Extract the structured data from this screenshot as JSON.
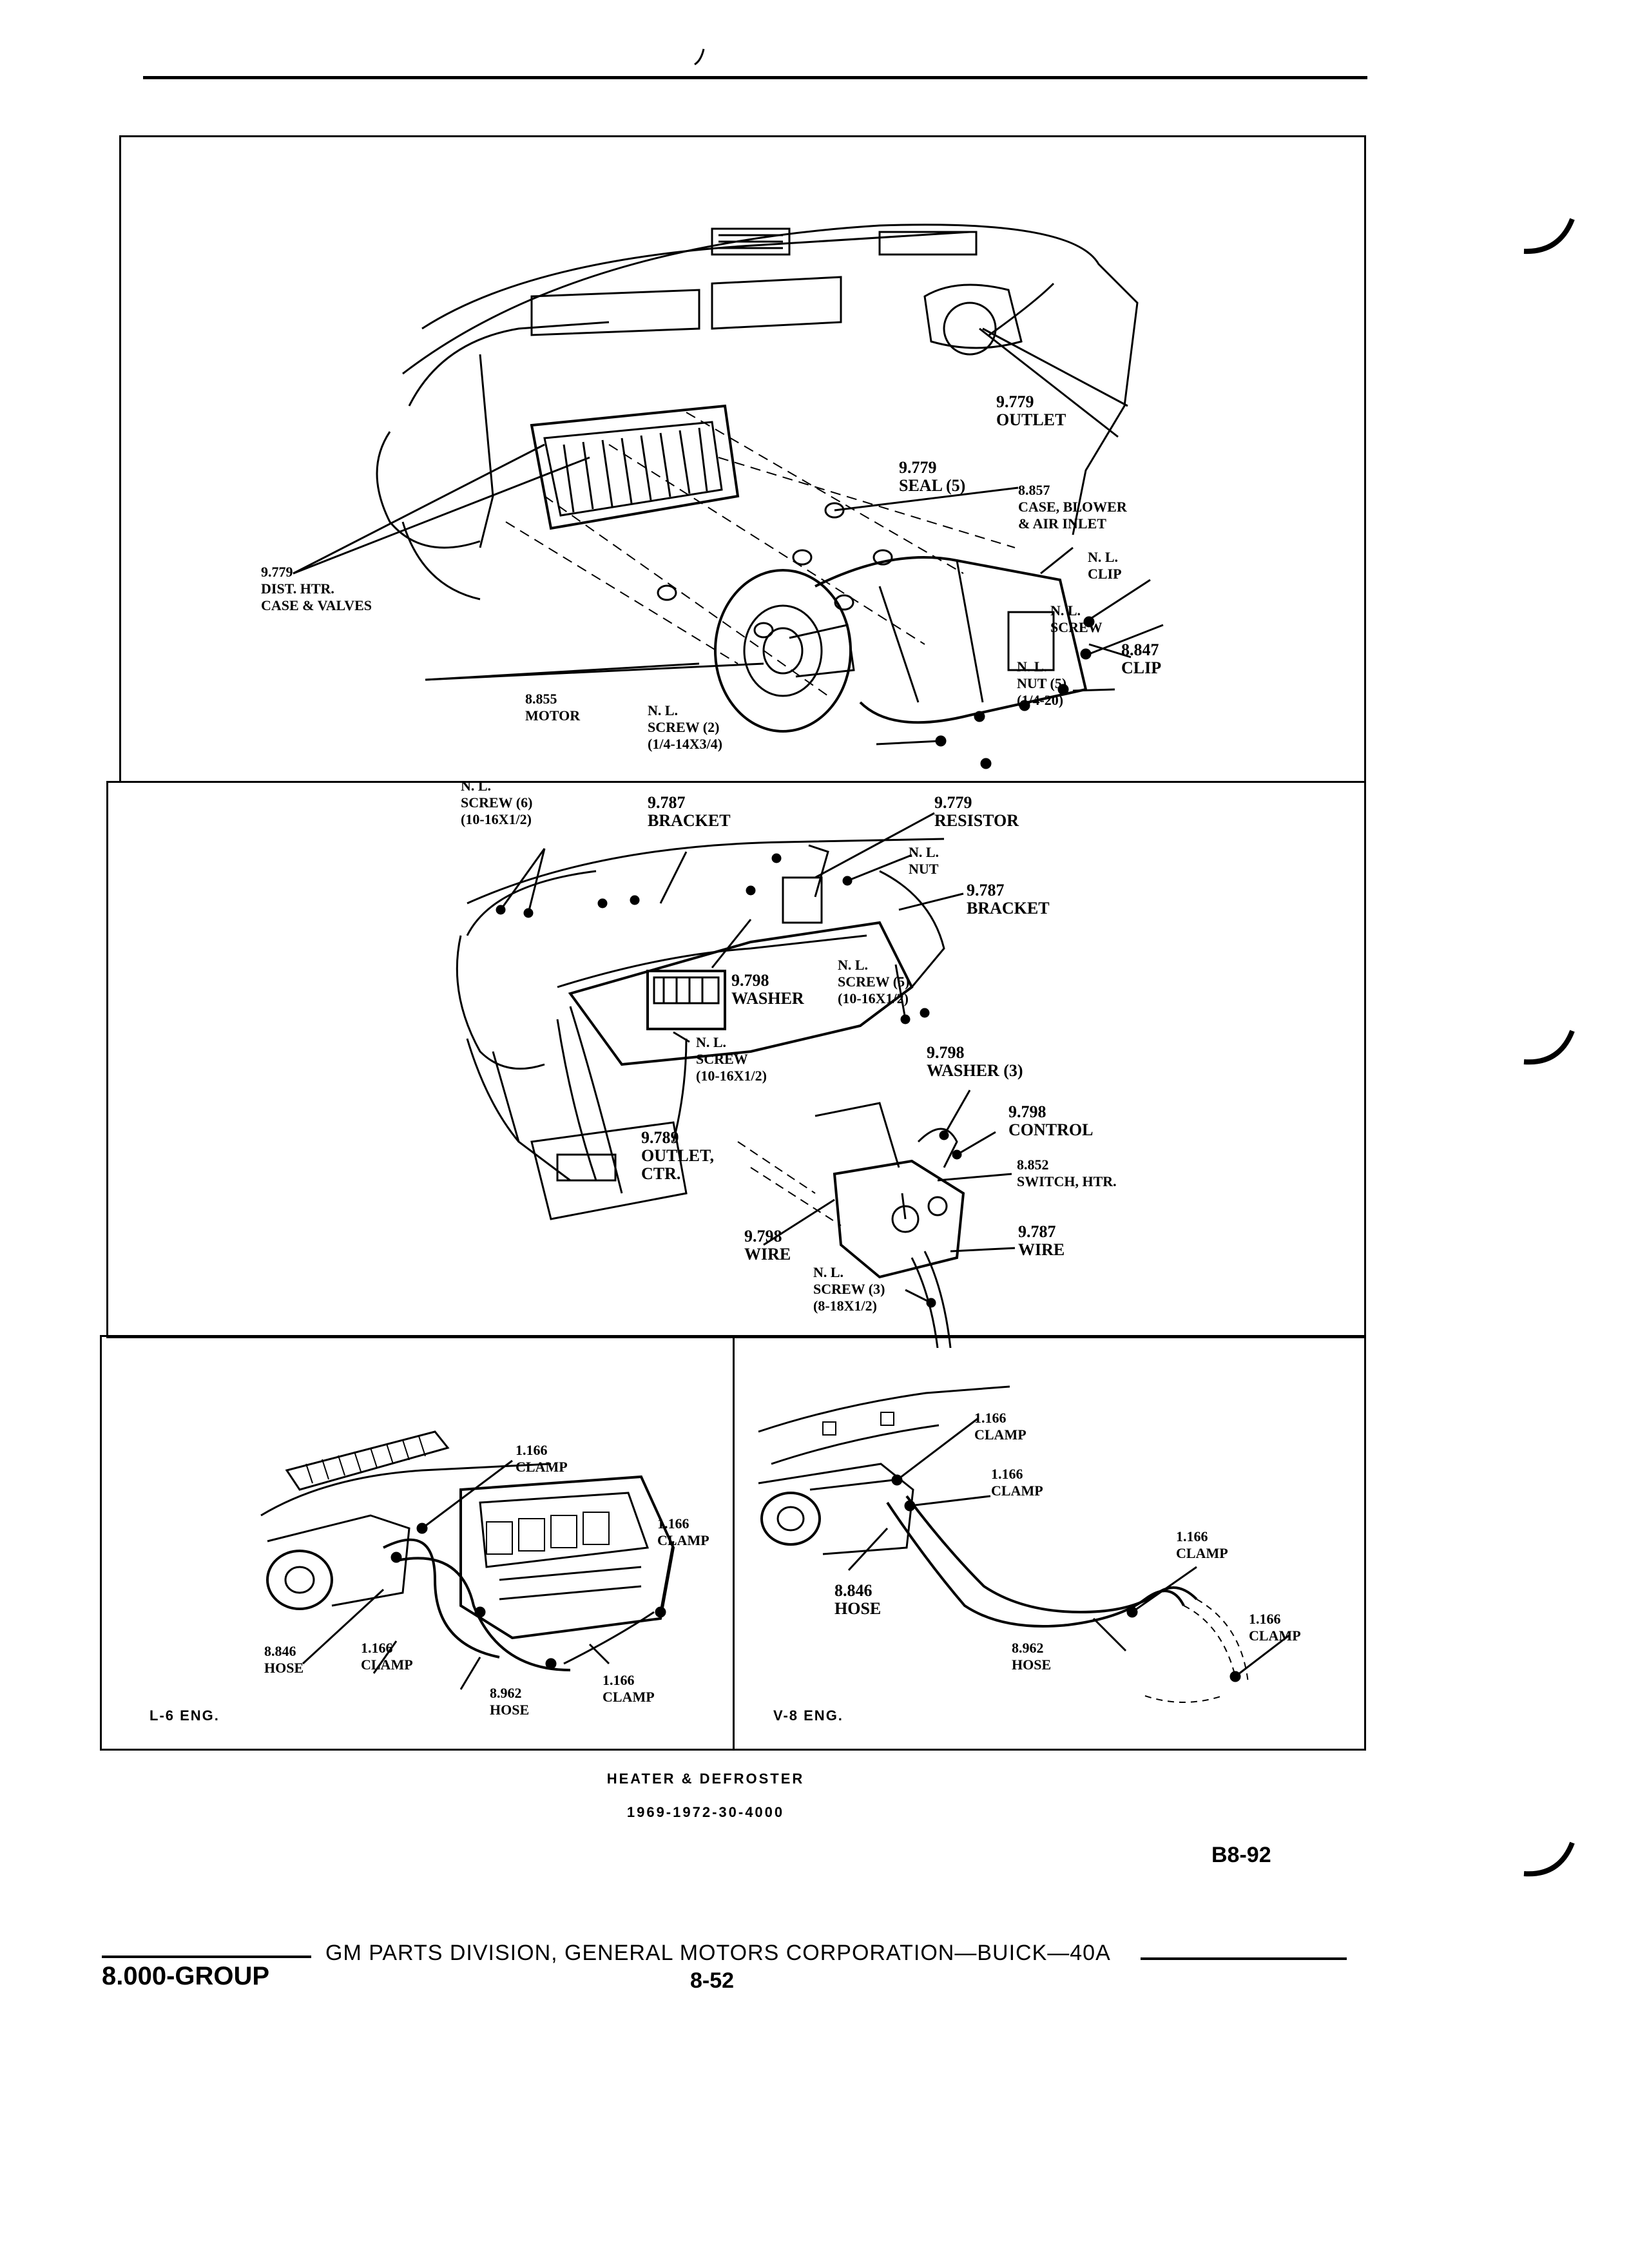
{
  "panel1": {
    "labels": {
      "outlet": "9.779\nOUTLET",
      "seal": "9.779\nSEAL (5)",
      "case_blower": "8.857\nCASE, BLOWER\n& AIR INLET",
      "nl_clip": "N. L.\nCLIP",
      "nl_screw": "N. L.\nSCREW",
      "clip_8847": "8.847\nCLIP",
      "nl_nut": "N. L.\nNUT (5)\n(1/4-20)",
      "dist_htr": "9.779\nDIST. HTR.\nCASE & VALVES",
      "motor": "8.855\nMOTOR",
      "nl_screw2": "N. L.\nSCREW (2)\n(1/4-14x3/4)"
    }
  },
  "panel2": {
    "labels": {
      "nl_screw6": "N. L.\nSCREW (6)\n(10-16x1/2)",
      "bracket_top": "9.787\nBRACKET",
      "resistor": "9.779\nRESISTOR",
      "nl_nut": "N. L.\nNUT",
      "bracket_right": "9.787\nBRACKET",
      "washer": "9.798\nWASHER",
      "nl_screw5": "N. L.\nSCREW (5)\n(10-16x1/2)",
      "nl_screw_mid": "N. L.\nSCREW\n(10-16x1/2)",
      "washer3": "9.798\nWASHER (3)",
      "control": "9.798\nCONTROL",
      "switch": "8.852\nSWITCH, HTR.",
      "outlet_ctr": "9.789\nOUTLET,\nCTR.",
      "wire_left": "9.798\nWIRE",
      "wire_right": "9.787\nWIRE",
      "nl_screw3": "N. L.\nSCREW (3)\n(8-18x1/2)"
    }
  },
  "panel3": {
    "engine": "L-6 ENG.",
    "labels": {
      "clamp_top": "1.166\nCLAMP",
      "clamp_right": "1.166\nCLAMP",
      "hose_8846": "8.846\nHOSE",
      "clamp_bl": "1.166\nCLAMP",
      "hose_8962": "8.962\nHOSE",
      "clamp_br": "1.166\nCLAMP"
    }
  },
  "panel4": {
    "engine": "V-8 ENG.",
    "labels": {
      "clamp_top": "1.166\nCLAMP",
      "clamp_2": "1.166\nCLAMP",
      "clamp_right": "1.166\nCLAMP",
      "clamp_far": "1.166\nCLAMP",
      "hose_8846": "8.846\nHOSE",
      "hose_8962": "8.962\nHOSE"
    }
  },
  "caption": {
    "title": "HEATER & DEFROSTER",
    "code": "1969-1972-30-4000"
  },
  "page_code": "B8-92",
  "footer": {
    "text": "GM PARTS DIVISION, GENERAL MOTORS CORPORATION—BUICK—40A",
    "group": "8.000-GROUP",
    "page": "8-52"
  }
}
